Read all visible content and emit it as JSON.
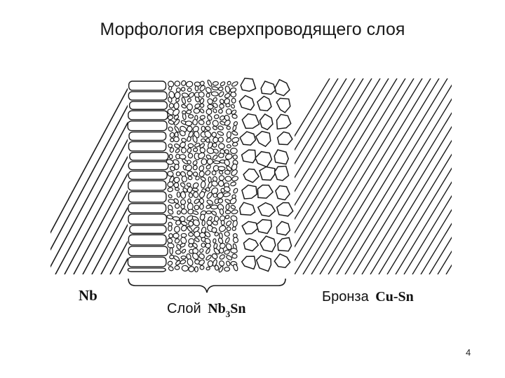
{
  "slide": {
    "title": "Морфология сверхпроводящего слоя",
    "page_number": "4"
  },
  "diagram": {
    "labels": {
      "niobium": "Nb",
      "layer_prefix": "Слой",
      "layer_formula_main": "Nb",
      "layer_formula_sub": "3",
      "layer_formula_tail": "Sn",
      "bronze_prefix": "Бронза",
      "bronze_formula": "Cu-Sn"
    },
    "regions": [
      "niobium-hatched",
      "columnar-grains",
      "fine-equiaxed-grains",
      "coarse-equiaxed-grains",
      "bronze-hatched"
    ]
  }
}
